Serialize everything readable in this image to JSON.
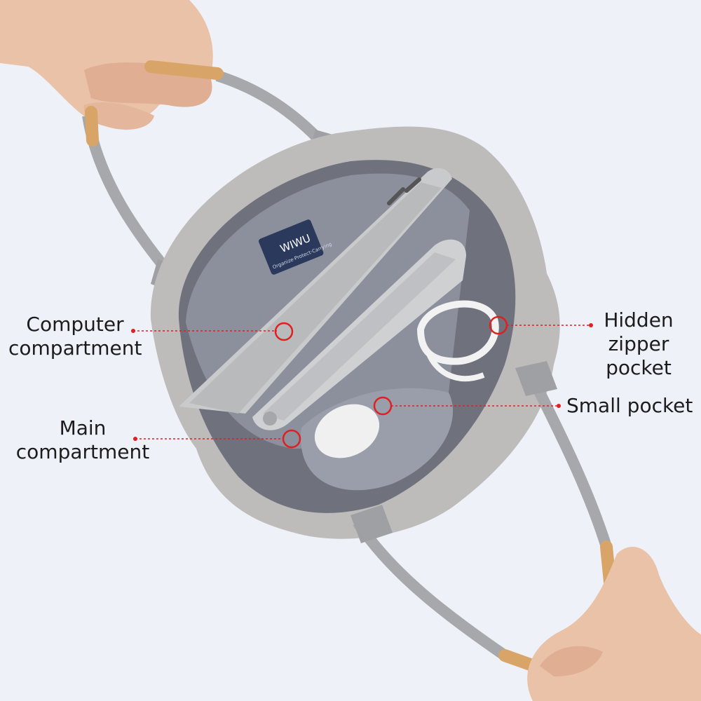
{
  "annotations": {
    "computer": {
      "line1": "Computer",
      "line2": "compartment"
    },
    "main": {
      "line1": "Main",
      "line2": "compartment"
    },
    "hidden": {
      "line1": "Hidden",
      "line2": "zipper pocket"
    },
    "small": {
      "text": "Small pocket"
    }
  },
  "brand_tag": {
    "text": "WIWU",
    "subtext": "Organize·Protect·Carrying"
  },
  "colors": {
    "background": "#eef2f8",
    "bag_fabric": "#bdbcba",
    "lining": "#8c8f9c",
    "handle_tip": "#d9a468",
    "marker": "#e02020"
  },
  "icons": [
    "marker-ring-icon"
  ]
}
